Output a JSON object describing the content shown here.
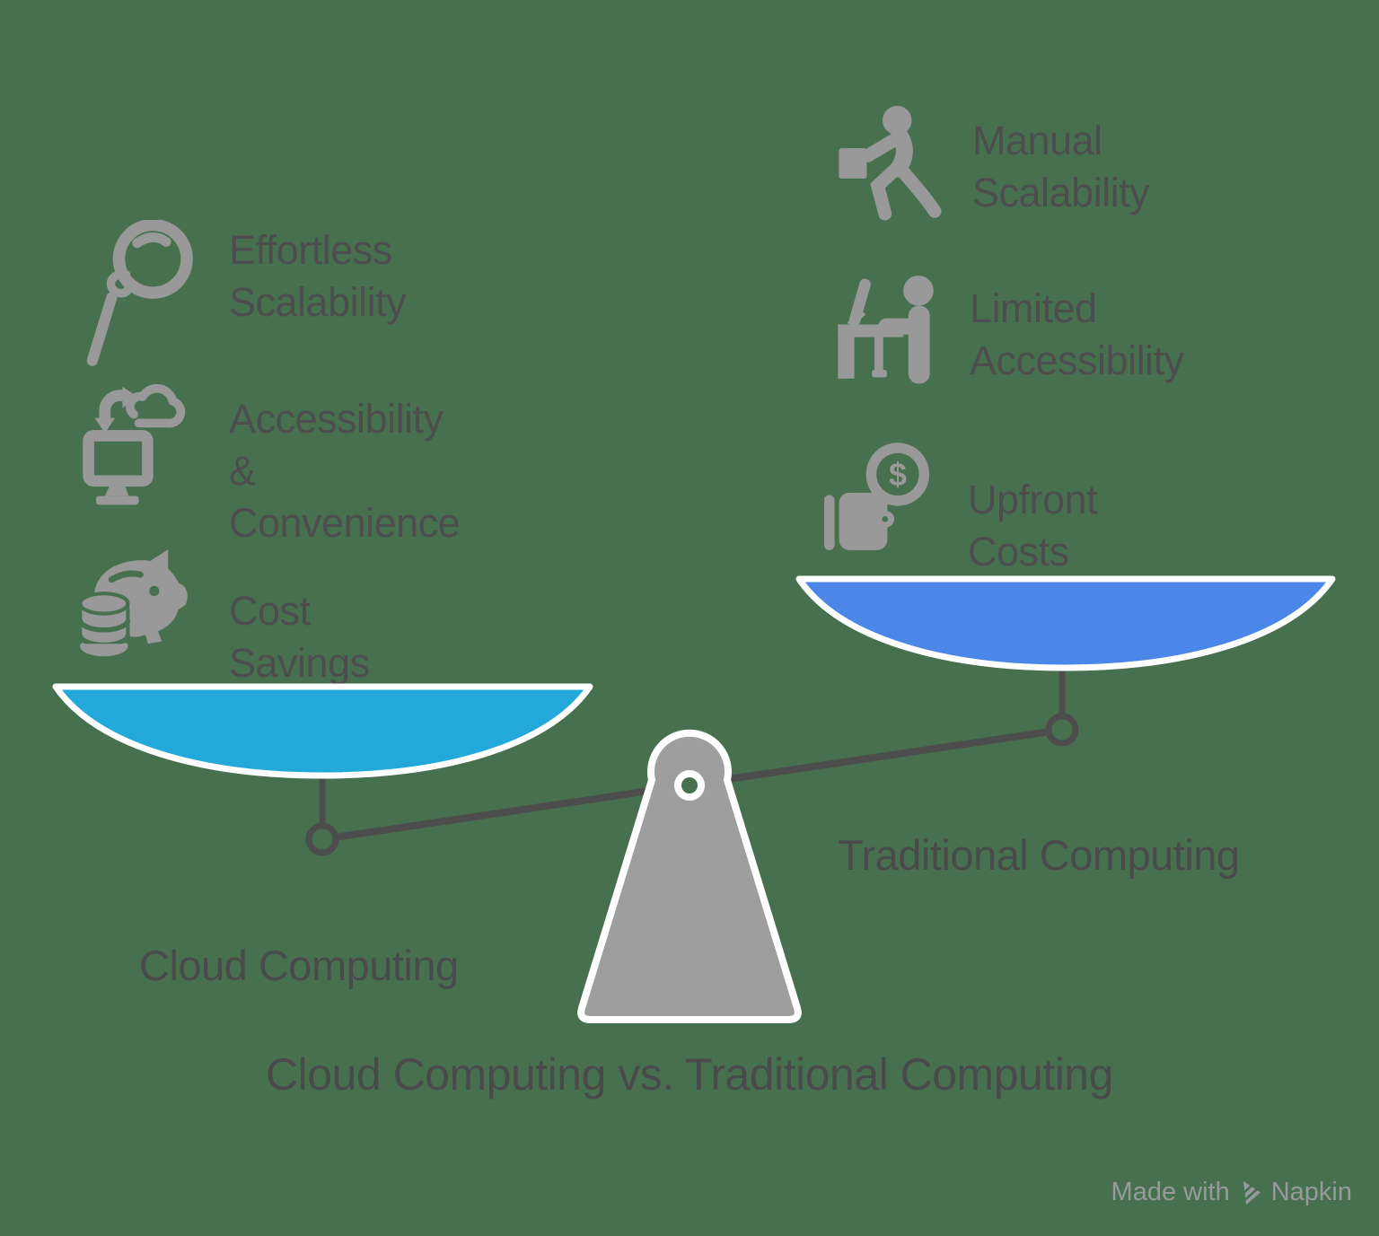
{
  "title": "Cloud Computing vs. Traditional Computing",
  "left": {
    "label": "Cloud Computing",
    "pan_color": "#22A8DB",
    "items": [
      {
        "label": "Effortless\nScalability",
        "icon": "balloon-icon"
      },
      {
        "label": "Accessibility &\nConvenience",
        "icon": "cloud-sync-monitor-icon"
      },
      {
        "label": "Cost Savings",
        "icon": "piggy-bank-coins-icon"
      }
    ]
  },
  "right": {
    "label": "Traditional Computing",
    "pan_color": "#4A87E8",
    "items": [
      {
        "label": "Manual\nScalability",
        "icon": "person-carrying-box-icon"
      },
      {
        "label": "Limited\nAccessibility",
        "icon": "person-at-desk-icon"
      },
      {
        "label": "Upfront Costs",
        "icon": "wallet-dollar-coin-icon"
      }
    ]
  },
  "footer": {
    "made_with": "Made with",
    "brand": "Napkin"
  },
  "colors": {
    "background": "#47714E",
    "left_pan": "#22A8DB",
    "right_pan": "#4A87E8",
    "beam": "#4D4D4D",
    "fulcrum": "#9E9E9E",
    "icon_gray": "#999999",
    "text": "#4D4D4D",
    "footer_text": "#97999B"
  }
}
